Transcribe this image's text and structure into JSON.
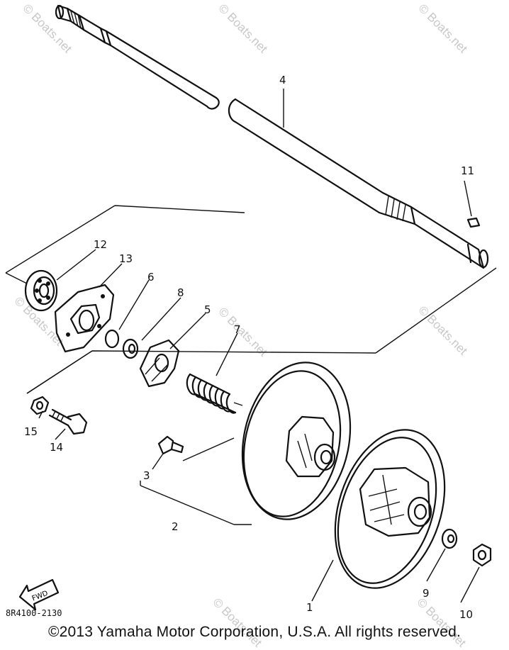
{
  "watermark": "© Boats.net",
  "callouts": [
    "1",
    "2",
    "3",
    "4",
    "5",
    "6",
    "7",
    "8",
    "9",
    "10",
    "11",
    "12",
    "13",
    "14",
    "15"
  ],
  "fwd_label": "FWD",
  "part_code": "8R4100-2130",
  "copyright": "©2013 Yamaha Motor Corporation, U.S.A. All rights reserved."
}
